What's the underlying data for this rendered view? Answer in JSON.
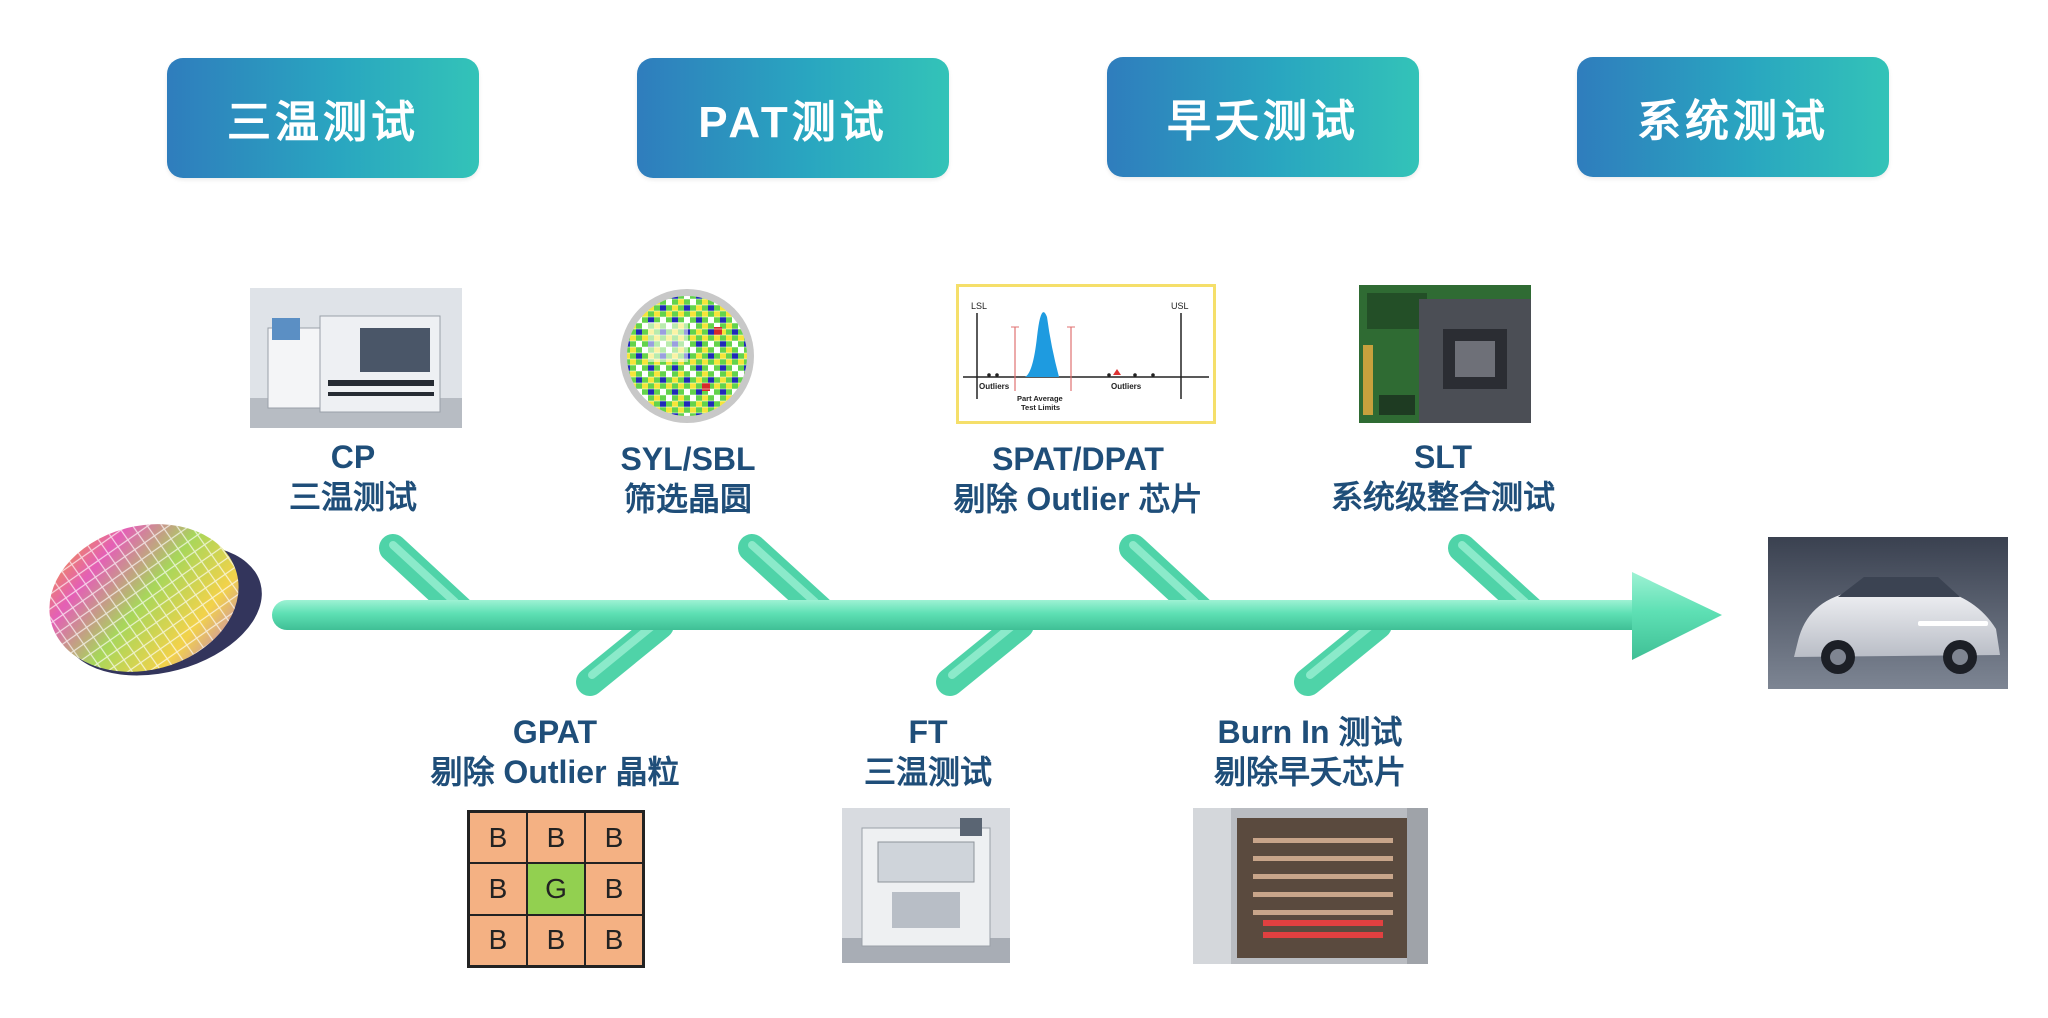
{
  "categories": [
    {
      "label": "三温测试"
    },
    {
      "label": "PAT测试"
    },
    {
      "label": "早夭测试"
    },
    {
      "label": "系统测试"
    }
  ],
  "steps_top": [
    {
      "code": "CP",
      "desc": "三温测试"
    },
    {
      "code": "SYL/SBL",
      "desc": "筛选晶圆"
    },
    {
      "code": "SPAT/DPAT",
      "desc": "剔除 Outlier 芯片"
    },
    {
      "code": "SLT",
      "desc": "系统级整合测试"
    }
  ],
  "steps_bottom": [
    {
      "code": "GPAT",
      "desc": "剔除 Outlier 晶粒"
    },
    {
      "code": "FT",
      "desc": "三温测试"
    },
    {
      "code": "Burn In 测试",
      "desc": "剔除早夭芯片"
    }
  ],
  "pat_chart": {
    "lsl": "LSL",
    "usl": "USL",
    "outliers_left": "Outliers",
    "outliers_right": "Outliers",
    "limits_line1": "Part Average",
    "limits_line2": "Test Limits"
  },
  "gpat_grid": [
    "B",
    "B",
    "B",
    "B",
    "G",
    "B",
    "B",
    "B",
    "B"
  ],
  "colors": {
    "arrow": "#5ee0b4",
    "label": "#1f4e79",
    "pill_start": "#2f7dbd",
    "pill_end": "#33c3b8",
    "bad_die": "#f4b183",
    "good_die": "#92d050"
  }
}
